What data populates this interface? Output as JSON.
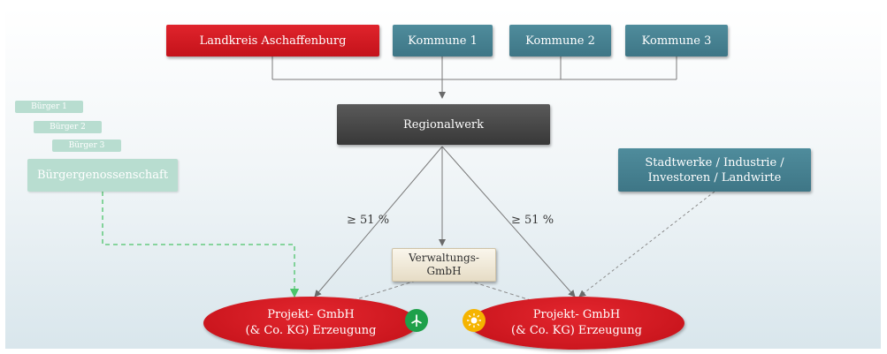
{
  "top_row": {
    "landkreis": "Landkreis Aschaffenburg",
    "kommune1": "Kommune 1",
    "kommune2": "Kommune 2",
    "kommune3": "Kommune 3"
  },
  "regionalwerk": "Regionalwerk",
  "citizens": {
    "buerger1": "Bürger 1",
    "buerger2": "Bürger 2",
    "buerger3": "Bürger 3",
    "genossenschaft": "Bürgergenossenschaft"
  },
  "investors": {
    "line1": "Stadtwerke / Industrie /",
    "line2": "Investoren / Landwirte"
  },
  "share_left": "≥ 51 %",
  "share_right": "≥ 51 %",
  "verwaltung": {
    "line1": "Verwaltungs-",
    "line2": "GmbH"
  },
  "projekt_left": {
    "line1": "Projekt- GmbH",
    "line2": "(& Co. KG) Erzeugung",
    "icon": "wind-turbine-icon"
  },
  "projekt_right": {
    "line1": "Projekt- GmbH",
    "line2": "(& Co. KG) Erzeugung",
    "icon": "sun-icon"
  },
  "colors": {
    "red": "#d41c24",
    "teal": "#457f8f",
    "dark": "#474747",
    "mint": "#b8ddd0",
    "green_dashed": "#4cc46a",
    "wind_icon": "#1ea04a",
    "sun_icon": "#f5b400"
  }
}
